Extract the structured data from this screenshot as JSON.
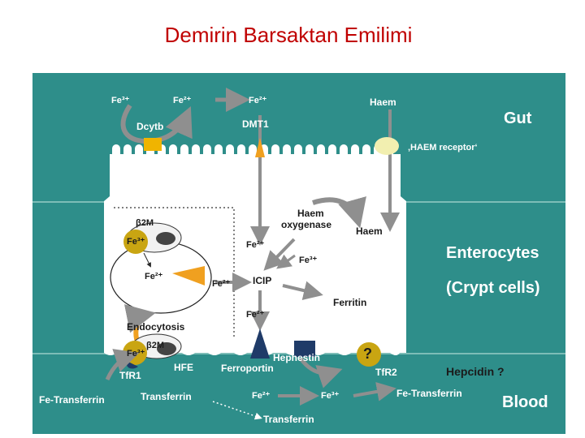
{
  "title": "Demirin Barsaktan Emilimi",
  "colors": {
    "background": "#2e8e8a",
    "cell": "#ffffff",
    "arrow": "#8f8f8f",
    "orange": "#f0a020",
    "navy": "#1f3b68",
    "gold": "#c9a512"
  },
  "zones": {
    "gut": "Gut",
    "enterocytes": "Enterocytes",
    "crypt": "(Crypt cells)",
    "blood": "Blood"
  },
  "gut": {
    "fe3": "Fe³⁺",
    "fe2": "Fe²⁺",
    "fe2_dmt": "Fe²⁺",
    "haem": "Haem",
    "dcytb": "Dcytb",
    "dmt1": "DMT1",
    "haem_receptor": "‚HAEM receptor‘"
  },
  "enterocyte": {
    "haem_oxygenase_1": "Haem",
    "haem_oxygenase_2": "oxygenase",
    "haem": "Haem",
    "fe2_top": "Fe²⁺",
    "fe3": "Fe³⁺",
    "fe2_icip": "Fe²⁺",
    "icip": "ICIP",
    "ferritin": "Ferritin",
    "fe2_low": "Fe²⁺",
    "b2m_top": "β2M",
    "fe3_vesicle": "Fe³⁺",
    "fe2_vesicle": "Fe²⁺",
    "endocytosis": "Endocytosis",
    "b2m_bottom": "β2M",
    "fe3_bottom": "Fe³⁺",
    "hfe": "HFE",
    "tfr1": "TfR1"
  },
  "basolateral": {
    "hephestin": "Hephestin",
    "ferroportin": "Ferroportin",
    "question": "?",
    "tfr2": "TfR2",
    "hepcidin": "Hepcidin ?"
  },
  "blood": {
    "fe_transferrin_left": "Fe-Transferrin",
    "transferrin": "Transferrin",
    "fe2": "Fe²⁺",
    "fe3": "Fe³⁺",
    "fe_transferrin_right": "Fe-Transferrin",
    "transferrin_bottom": "Transferrin"
  }
}
